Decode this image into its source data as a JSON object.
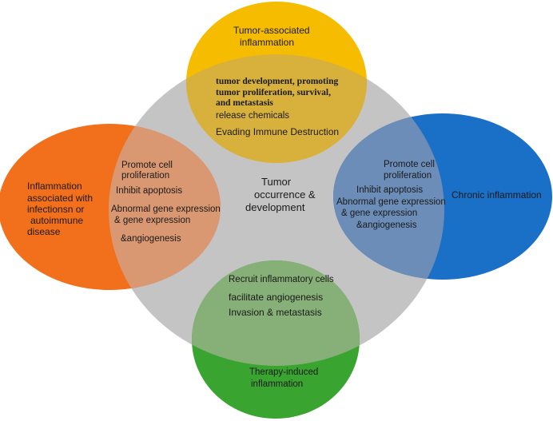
{
  "colors": {
    "center": "#c4c4c4",
    "top": "#f6bc00",
    "left": "#f26f1c",
    "right": "#1a6fc6",
    "bottom": "#3aa430",
    "top_overlap": "#d8b13c",
    "left_overlap": "#da9872",
    "right_overlap": "#6c8db8",
    "bottom_overlap": "#86b078",
    "text": "#1a1a1a"
  },
  "center": {
    "line1": "Tumor",
    "line2": "occurrence &",
    "line3": "development"
  },
  "top": {
    "title_line1": "Tumor-associated",
    "title_line2": "inflammation",
    "items": [
      "tumor development, promoting",
      "tumor proliferation, survival,",
      "and metastasis",
      "release chemicals",
      "Evading Immune  Destruction"
    ]
  },
  "left": {
    "title_lines": [
      "Inflammation",
      "associated with",
      "infectionsn  or",
      "autoimmune",
      "disease"
    ],
    "items": [
      "Promote cell",
      "proliferation",
      "Inhibit apoptosis",
      "Abnormal gene expression",
      "& gene expression",
      "&angiogenesis"
    ]
  },
  "right": {
    "title": "Chronic inflammation",
    "items": [
      "Promote cell",
      "proliferation",
      "Inhibit apoptosis",
      "Abnormal gene expression",
      "& gene expression",
      "&angiogenesis"
    ]
  },
  "bottom": {
    "title_line1": "Therapy-induced",
    "title_line2": "inflammation",
    "items": [
      "Recruit inflammatory cells",
      "facilitate angiogenesis",
      "Invasion  & metastasis"
    ]
  }
}
